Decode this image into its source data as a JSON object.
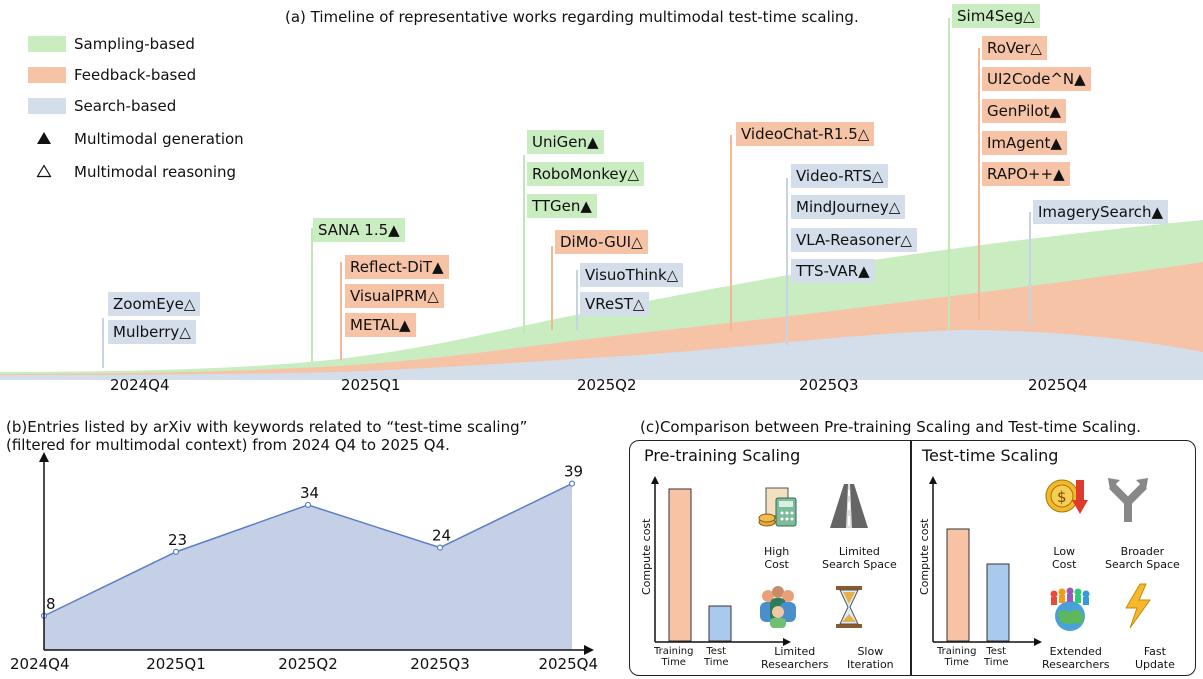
{
  "timeline": {
    "title": "(a) Timeline of representative works regarding multimodal test-time scaling.",
    "legend": {
      "sampling": "Sampling-based",
      "feedback": "Feedback-based",
      "search": "Search-based",
      "generation": "Multimodal generation",
      "reasoning": "Multimodal reasoning"
    },
    "quarters": [
      "2024Q4",
      "2025Q1",
      "2025Q2",
      "2025Q3",
      "2025Q4"
    ],
    "works": {
      "zoomeye": "ZoomEye△",
      "mulberry": "Mulberry△",
      "sana": "SANA 1.5▲",
      "reflectdit": "Reflect-DiT▲",
      "visualprm": "VisualPRM△",
      "metal": "METAL▲",
      "unigen": "UniGen▲",
      "robomonkey": "RoboMonkey△",
      "ttgen": "TTGen▲",
      "dimogui": "DiMo-GUI△",
      "visuothink": "VisuoThink△",
      "vrest": "VReST△",
      "videochat": "VideoChat-R1.5△",
      "videorts": "Video-RTS△",
      "mindjourney": "MindJourney△",
      "vlareasoner": "VLA-Reasoner△",
      "ttsvar": "TTS-VAR▲",
      "sim4seg": "Sim4Seg△",
      "rover": "RoVer△",
      "ui2code": "UI2Code^N▲",
      "genpilot": "GenPilot▲",
      "imagent": "ImAgent▲",
      "rapo": "RAPO++▲",
      "imagerysearch": "ImagerySearch▲"
    },
    "colors": {
      "sampling": "#c9ecc0",
      "feedback": "#f6c3a6",
      "search": "#d4ddea"
    }
  },
  "entries": {
    "title_line1": "(b)Entries listed by arXiv with keywords related to “test-time scaling”",
    "title_line2": "(filtered for multimodal context) from 2024 Q4 to 2025 Q4.",
    "chart_data": {
      "type": "area",
      "categories": [
        "2024Q4",
        "2025Q1",
        "2025Q2",
        "2025Q3",
        "2025Q4"
      ],
      "values": [
        8,
        23,
        34,
        24,
        39
      ],
      "ylim": [
        0,
        45
      ],
      "color": "#c5d0e6",
      "line_color": "#5b7fc7"
    }
  },
  "comparison": {
    "title": "(c)Comparison between Pre-training Scaling and Test-time Scaling.",
    "pretraining": {
      "title": "Pre-training Scaling",
      "ylabel": "Compute cost",
      "bar_training_label": "Training\nTime",
      "bar_test_label": "Test\nTime",
      "training_level": 0.9,
      "test_level": 0.25,
      "items": [
        "High\nCost",
        "Limited\nSearch Space",
        "Limited\nResearchers",
        "Slow\nIteration"
      ]
    },
    "testtime": {
      "title": "Test-time Scaling",
      "ylabel": "Compute cost",
      "bar_training_label": "Training\nTime",
      "bar_test_label": "Test\nTime",
      "training_level": 0.72,
      "test_level": 0.53,
      "items": [
        "Low\nCost",
        "Broader\nSearch Space",
        "Extended\nResearchers",
        "Fast\nUpdate"
      ]
    }
  }
}
